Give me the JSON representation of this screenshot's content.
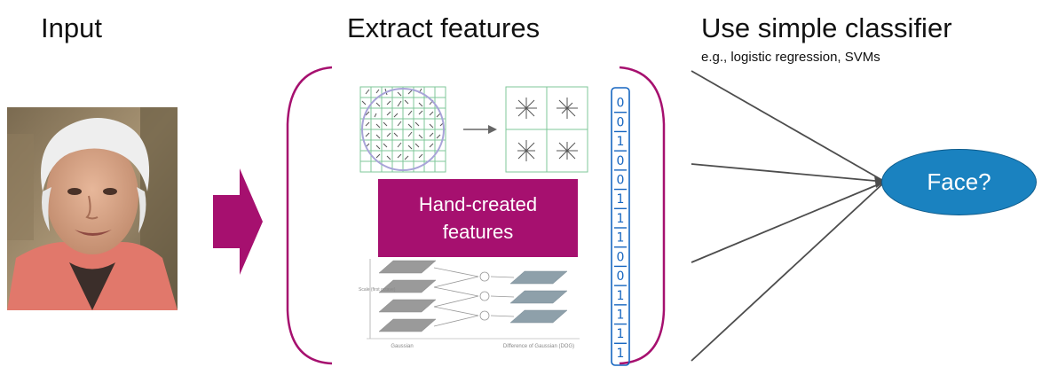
{
  "headings": {
    "input": "Input",
    "extract": "Extract features",
    "classifier": "Use simple classifier"
  },
  "classifier_examples": "e.g., logistic regression, SVMs",
  "feature_box": {
    "line1": "Hand-created",
    "line2": "features"
  },
  "output_node": "Face?",
  "dog_figure": {
    "y_axis": "Scale (first octave)",
    "left_caption": "Gaussian",
    "right_caption": "Difference of Gaussian (DOG)"
  },
  "feature_vector": [
    "0",
    "0",
    "1",
    "0",
    "0",
    "1",
    "1",
    "1",
    "0",
    "0",
    "1",
    "1",
    "1",
    "1"
  ],
  "colors": {
    "accent": "#a6106f",
    "node": "#1a82c0",
    "vector_ink": "#1565c0",
    "hog_grid": "#7fc79a"
  },
  "icons": {
    "input_arrow": "right-arrow-icon",
    "photo": "portrait-photo"
  }
}
